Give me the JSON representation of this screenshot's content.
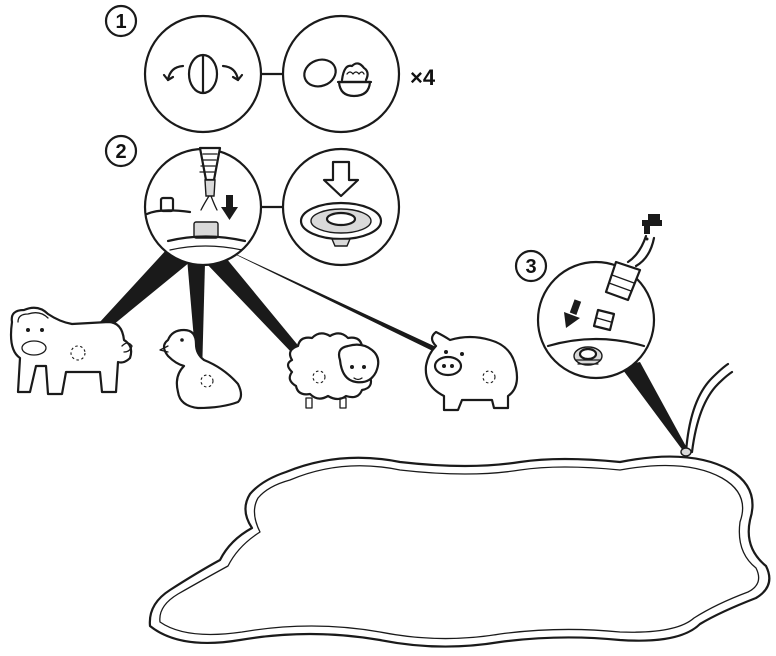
{
  "steps": [
    {
      "number": "1"
    },
    {
      "number": "2"
    },
    {
      "number": "3"
    }
  ],
  "multiplier": {
    "symbol": "×",
    "count": "4"
  },
  "icons": {
    "rotate": "rotate-cap-icon",
    "open_capsule": "open-capsule-icon",
    "press_down": "press-down-arrow-icon",
    "insert_down": "insert-down-arrow-icon",
    "tap": "water-tap-icon",
    "animals": [
      "cow-icon",
      "duck-icon",
      "sheep-icon",
      "pig-icon"
    ]
  },
  "colors": {
    "line": "#1a1a1a",
    "background": "#ffffff",
    "detail": "#d9d9d9"
  }
}
